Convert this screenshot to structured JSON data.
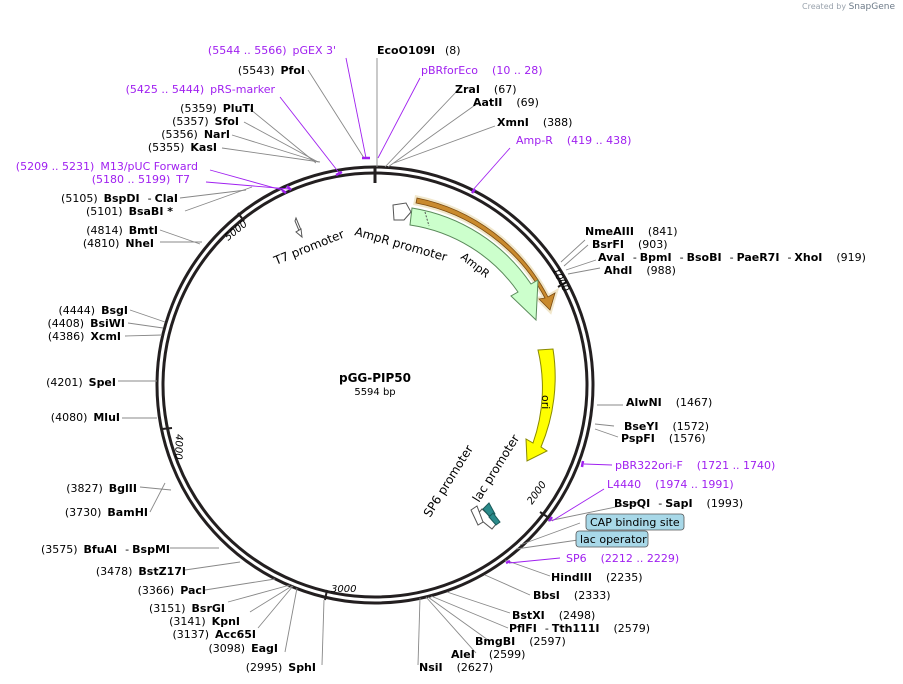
{
  "credit": {
    "prefix": "Created by",
    "brand": "SnapGene"
  },
  "plasmid": {
    "name": "pGG-PIP50",
    "length": "5594 bp"
  },
  "ticks": [
    "1000",
    "2000",
    "3000",
    "4000",
    "5000"
  ],
  "features": {
    "t7_promoter": "T7 promoter",
    "ampr_promoter": "AmpR promoter",
    "ampr": "AmpR",
    "ori": "ori",
    "sp6_promoter": "SP6 promoter",
    "lac_promoter": "lac promoter",
    "cap_binding_site": "CAP binding site",
    "lac_operator": "lac operator"
  },
  "labels": {
    "pgex3": {
      "name": "pGEX 3'",
      "pos": "(5544 .. 5566)"
    },
    "pfoi": {
      "name": "PfoI",
      "pos": "(5543)"
    },
    "prs_marker": {
      "name": "pRS-marker",
      "pos": "(5425 .. 5444)"
    },
    "pluti": {
      "name": "PluTI",
      "pos": "(5359)"
    },
    "sfoi": {
      "name": "SfoI",
      "pos": "(5357)"
    },
    "nari": {
      "name": "NarI",
      "pos": "(5356)"
    },
    "kasi": {
      "name": "KasI",
      "pos": "(5355)"
    },
    "m13_puc_forward": {
      "name": "M13/pUC Forward",
      "pos": "(5209 .. 5231)"
    },
    "t7": {
      "name": "T7",
      "pos": "(5180 .. 5199)"
    },
    "bspdi_clai": {
      "name": "BspDI",
      "name2": "ClaI",
      "pos": "(5105)"
    },
    "bsabi": {
      "name": "BsaBI *",
      "pos": "(5101)"
    },
    "bmti": {
      "name": "BmtI",
      "pos": "(4814)"
    },
    "nhei": {
      "name": "NheI",
      "pos": "(4810)"
    },
    "bsgi": {
      "name": "BsgI",
      "pos": "(4444)"
    },
    "bsiwi": {
      "name": "BsiWI",
      "pos": "(4408)"
    },
    "xcmi": {
      "name": "XcmI",
      "pos": "(4386)"
    },
    "spei": {
      "name": "SpeI",
      "pos": "(4201)"
    },
    "mlui": {
      "name": "MluI",
      "pos": "(4080)"
    },
    "bglii": {
      "name": "BglII",
      "pos": "(3827)"
    },
    "bamhi": {
      "name": "BamHI",
      "pos": "(3730)"
    },
    "bfuai_bspmi": {
      "name": "BfuAI",
      "name2": "BspMI",
      "pos": "(3575)"
    },
    "bstz17i": {
      "name": "BstZ17I",
      "pos": "(3478)"
    },
    "paci": {
      "name": "PacI",
      "pos": "(3366)"
    },
    "bsrgi": {
      "name": "BsrGI",
      "pos": "(3151)"
    },
    "kpni": {
      "name": "KpnI",
      "pos": "(3141)"
    },
    "acc65i": {
      "name": "Acc65I",
      "pos": "(3137)"
    },
    "eagi": {
      "name": "EagI",
      "pos": "(3098)"
    },
    "sphi": {
      "name": "SphI",
      "pos": "(2995)"
    },
    "nsii": {
      "name": "NsiI",
      "pos": "(2627)"
    },
    "alei": {
      "name": "AleI",
      "pos": "(2599)"
    },
    "bmgbi": {
      "name": "BmgBI",
      "pos": "(2597)"
    },
    "pflfi_tth111i": {
      "name": "PflFI",
      "name2": "Tth111I",
      "pos": "(2579)"
    },
    "bstxi": {
      "name": "BstXI",
      "pos": "(2498)"
    },
    "bbsi": {
      "name": "BbsI",
      "pos": "(2333)"
    },
    "hindiii": {
      "name": "HindIII",
      "pos": "(2235)"
    },
    "sp6": {
      "name": "SP6",
      "pos": "(2212 .. 2229)"
    },
    "bspqi_sapi": {
      "name": "BspQI",
      "name2": "SapI",
      "pos": "(1993)"
    },
    "l4440": {
      "name": "L4440",
      "pos": "(1974 .. 1991)"
    },
    "pbr322ori_f": {
      "name": "pBR322ori-F",
      "pos": "(1721 .. 1740)"
    },
    "pspfi": {
      "name": "PspFI",
      "pos": "(1576)"
    },
    "bseyi": {
      "name": "BseYI",
      "pos": "(1572)"
    },
    "alwni": {
      "name": "AlwNI",
      "pos": "(1467)"
    },
    "ahdi": {
      "name": "AhdI",
      "pos": "(988)"
    },
    "avai_group": {
      "name": "AvaI",
      "name2": "BpmI",
      "name3": "BsoBI",
      "name4": "PaeR7I",
      "name5": "XhoI",
      "pos": "(919)"
    },
    "bsrfi": {
      "name": "BsrFI",
      "pos": "(903)"
    },
    "nmeaiii": {
      "name": "NmeAIII",
      "pos": "(841)"
    },
    "amp_r": {
      "name": "Amp-R",
      "pos": "(419 .. 438)"
    },
    "xmni": {
      "name": "XmnI",
      "pos": "(388)"
    },
    "aatii": {
      "name": "AatII",
      "pos": "(69)"
    },
    "zrai": {
      "name": "ZraI",
      "pos": "(67)"
    },
    "pbrforeco": {
      "name": "pBRforEco",
      "pos": "(10 .. 28)"
    },
    "eco0109i": {
      "name": "EcoO109I",
      "pos": "(8)"
    }
  },
  "colors": {
    "backbone": "#231f20",
    "primer": "#a020f0",
    "enzyme": "#000000",
    "ampr_fill": "#ccffcc",
    "ori_fill": "#ffff00",
    "orf_arrow": "#f3a54e",
    "feature_box": "#a8d8e8"
  }
}
